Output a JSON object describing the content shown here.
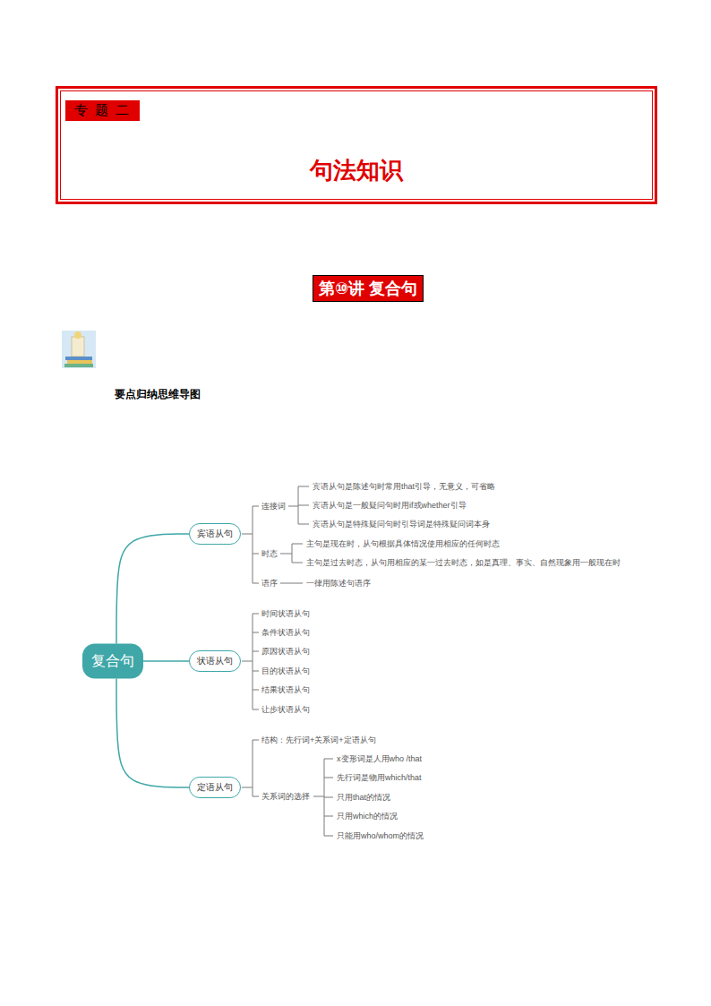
{
  "diagram": {
    "nodes": [
      {
        "text": [
          "句法知识"
        ]
      },
      {
        "text": [
          "专 题 二"
        ],
        "in": 0
      },
      {
        "text": [
          "第⑩讲 复合句"
        ]
      },
      {
        "text": [
          "复合句"
        ]
      },
      {
        "text": [
          "宾语从句"
        ]
      },
      {
        "text": [
          "状语从句"
        ]
      },
      {
        "text": [
          "定语从句"
        ]
      }
    ],
    "edges": [
      {
        "from": 3,
        "to": 4,
        "arrow": "none"
      },
      {
        "from": 3,
        "to": 5,
        "arrow": "none"
      },
      {
        "from": 3,
        "to": 6,
        "arrow": "none"
      }
    ],
    "labels": [
      "要点归纳思维导图",
      "连接词",
      "宾语从句是陈述句时常用that引导，无意义，可省略",
      "宾语从句是一般疑问句时用if或whether引导",
      "宾语从句是特殊疑问句时引导词是特殊疑问词本身",
      "时态",
      "主句是现在时，从句根据具体情况使用相应的任何时态",
      "主句是过去时态，从句用相应的某一过去时态，如是真理、事实、自然现象用一般现在时",
      "语序",
      "一律用陈述句语序",
      "时间状语从句",
      "条件状语从句",
      "原因状语从句",
      "目的状语从句",
      "结果状语从句",
      "让步状语从句",
      "结构：先行词+关系词+定语从句",
      "关系词的选择",
      "x变形词是人用who /that",
      "先行词是物用which/that",
      "只用that的情况",
      "只用which的情况",
      "只能用who/whom的情况"
    ]
  }
}
